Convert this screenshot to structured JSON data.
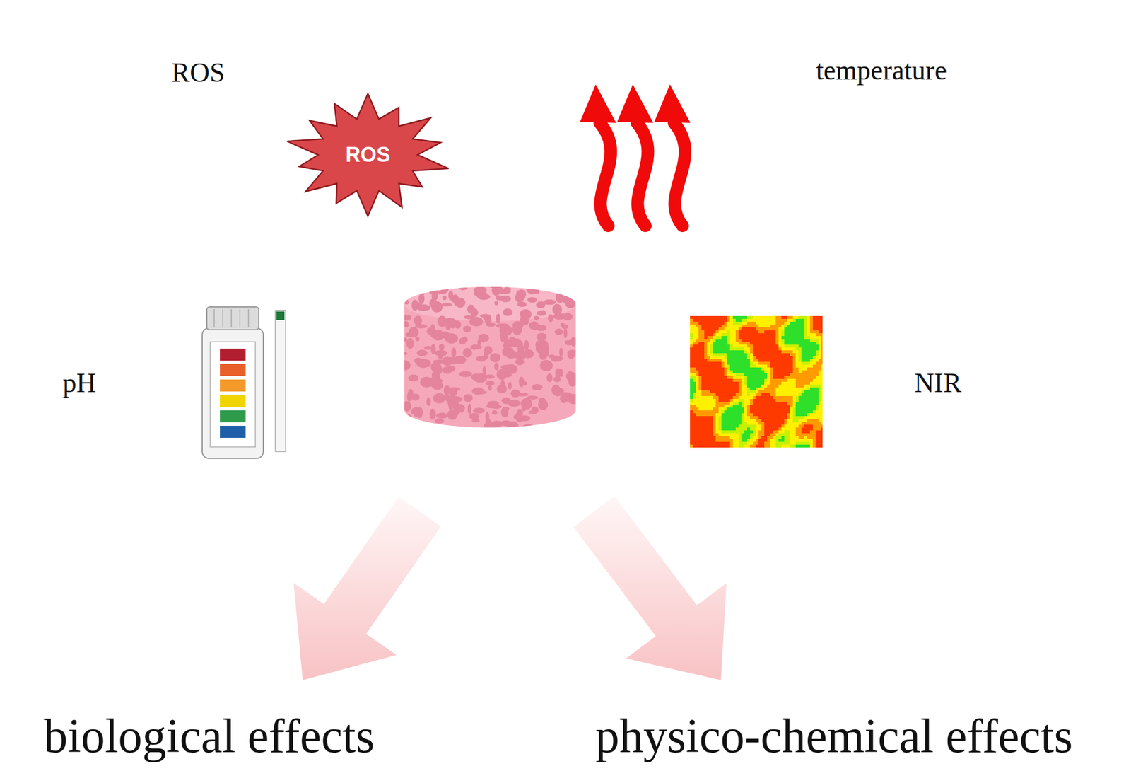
{
  "diagram": {
    "nodes": [
      {
        "text": [
          "ROS"
        ]
      },
      {
        "text": [
          "ROS"
        ],
        "in": 0
      },
      {
        "text": [
          "temperature"
        ]
      },
      {
        "text": [
          "pH"
        ]
      },
      {
        "text": [
          "NIR"
        ]
      }
    ],
    "labels": [
      "biological effects",
      "physico-chemical effects"
    ]
  }
}
